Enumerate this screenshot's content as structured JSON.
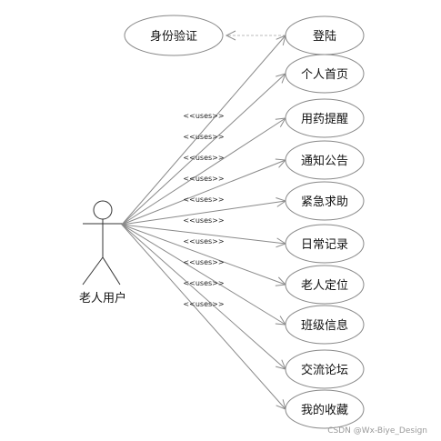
{
  "diagram": {
    "actor": {
      "label": "老人用户"
    },
    "include": {
      "base": "登陆",
      "target": "身份验证"
    },
    "relation_label": "<<uses>>",
    "use_cases": [
      "登陆",
      "个人首页",
      "用药提醒",
      "通知公告",
      "紧急求助",
      "日常记录",
      "老人定位",
      "班级信息",
      "交流论坛",
      "我的收藏"
    ],
    "extra_use_case": "身份验证"
  },
  "watermark": "CSDN @Wx-Biye_Design"
}
